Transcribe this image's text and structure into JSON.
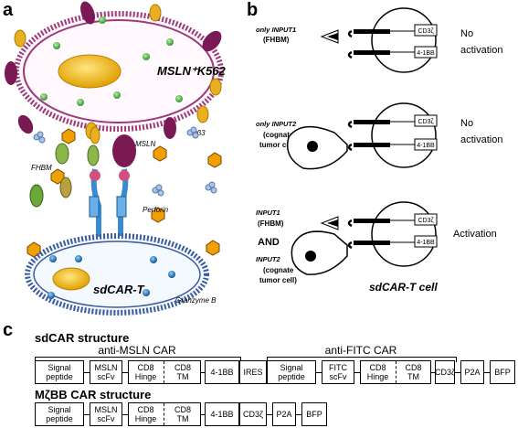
{
  "panel_a": {
    "letter": "a",
    "k562_label": "MSLN⁺K562",
    "avb3_label": "αvβ3",
    "msln_label": "MSLN",
    "fhbm_label": "FHBM",
    "perforin_label": "Perforin",
    "granzyme_label": "Granzyme B",
    "sdcart_label": "sdCAR-T"
  },
  "panel_b": {
    "letter": "b",
    "rows": [
      {
        "input_line1": "only INPUT1",
        "input_line2": "(FHBM)",
        "cd3_label": "CD3ζ",
        "bb_label": "4-1BB",
        "outcome_line1": "No",
        "outcome_line2": "activation"
      },
      {
        "input_line1": "only INPUT2",
        "input_line2": "(cognate",
        "input_line3": "tumor cell)",
        "cd3_label": "CD3ζ",
        "bb_label": "4-1BB",
        "outcome_line1": "No",
        "outcome_line2": "activation"
      },
      {
        "input_line1": "INPUT1",
        "input_line2": "(FHBM)",
        "and_label": "AND",
        "input2_line1": "INPUT2",
        "input2_line2": "(cognate",
        "input2_line3": "tumor cell)",
        "cd3_label": "CD3ζ",
        "bb_label": "4-1BB",
        "outcome_line1": "Activation"
      }
    ],
    "cell_label": "sdCAR-T cell"
  },
  "panel_c": {
    "letter": "c",
    "sdcar_title": "sdCAR structure",
    "group_msln": "anti-MSLN CAR",
    "group_fitc": "anti-FITC CAR",
    "sdcar_blocks": [
      "Signal\npeptide",
      "MSLN\nscFv",
      "CD8\nHinge",
      "CD8\nTM",
      "4-1BB",
      "IRES",
      "Signal\npeptide",
      "FITC\nscFv",
      "CD8\nHinge",
      "CD8\nTM",
      "CD3ζ",
      "P2A",
      "BFP"
    ],
    "mzbb_title": "MζBB CAR structure",
    "mzbb_blocks": [
      "Signal\npeptide",
      "MSLN\nscFv",
      "CD8\nHinge",
      "CD8\nTM",
      "4-1BB",
      "CD3ζ",
      "P2A",
      "BFP"
    ]
  },
  "colors": {
    "membrane": "#9e3a7a",
    "lipid_head": "#e8b020",
    "nucleus": "#f0b800",
    "msln": "#7a1a55",
    "tcell_membrane": "#3a5aa0",
    "car": "#3a8ad0"
  }
}
